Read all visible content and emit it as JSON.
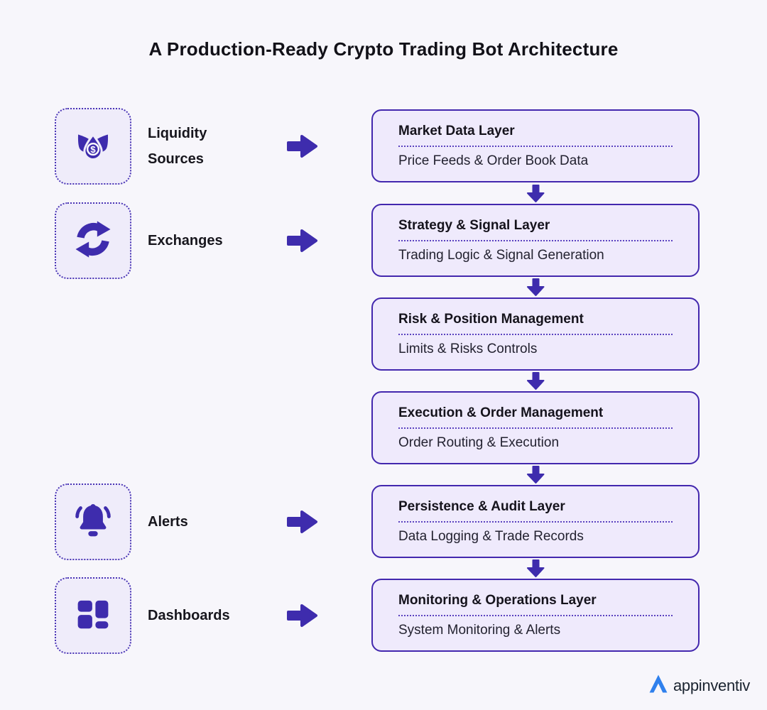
{
  "title": "A Production-Ready Crypto Trading Bot Architecture",
  "colors": {
    "primary_purple": "#3E2CAD",
    "box_border": "#4328AE",
    "box_fill": "#EFEAFC",
    "tile_fill": "#EFECFA",
    "background": "#F7F6FB",
    "text_dark": "#15131C",
    "logo_blue": "#2F80ED"
  },
  "sources": [
    {
      "label": "Liquidity Sources",
      "icon": "liquidity-drops-icon"
    },
    {
      "label": "Exchanges",
      "icon": "exchange-arrows-icon"
    },
    {
      "label": "Alerts",
      "icon": "bell-icon"
    },
    {
      "label": "Dashboards",
      "icon": "dashboard-grid-icon"
    }
  ],
  "layers": [
    {
      "title": "Market Data Layer",
      "subtitle": "Price Feeds & Order Book Data"
    },
    {
      "title": "Strategy & Signal Layer",
      "subtitle": "Trading Logic & Signal Generation"
    },
    {
      "title": "Risk & Position Management",
      "subtitle": "Limits & Risks Controls"
    },
    {
      "title": "Execution & Order Management",
      "subtitle": "Order Routing & Execution"
    },
    {
      "title": "Persistence & Audit Layer",
      "subtitle": "Data Logging & Trade Records"
    },
    {
      "title": "Monitoring & Operations Layer",
      "subtitle": "System Monitoring & Alerts"
    }
  ],
  "logo": {
    "text": "appinventiv"
  }
}
